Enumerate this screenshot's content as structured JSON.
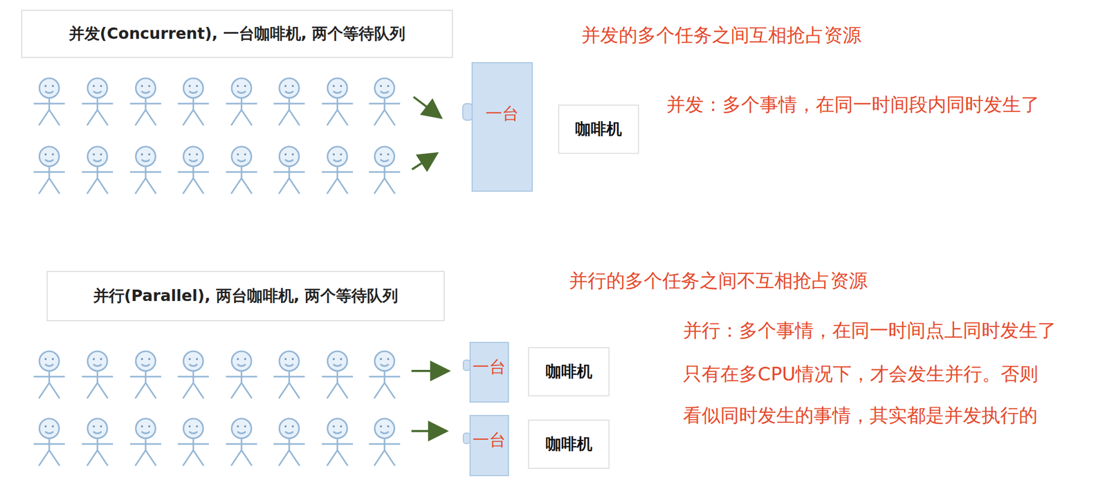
{
  "diagram": {
    "nodes": [
      {
        "text": [
          "并发(Concurrent), 一台咖啡机, 两个等待队列"
        ]
      },
      {
        "text": [
          "一台"
        ]
      },
      {
        "text": [
          "咖啡机"
        ]
      },
      {
        "text": [
          "并行(Parallel), 两台咖啡机, 两个等待队列"
        ]
      },
      {
        "text": [
          "一台"
        ]
      },
      {
        "text": [
          "咖啡机"
        ]
      },
      {
        "text": [
          "一台"
        ]
      },
      {
        "text": [
          "咖啡机"
        ]
      }
    ],
    "labels": [
      "并发的多个任务之间互相抢占资源",
      "并发：多个事情，在同一时间段内同时发生了",
      "并行的多个任务之间不互相抢占资源",
      "并行：多个事情，在同一时间点上同时发生了",
      "只有在多CPU情况下，才会发生并行。否则",
      "看似同时发生的事情，其实都是并发执行的"
    ]
  }
}
